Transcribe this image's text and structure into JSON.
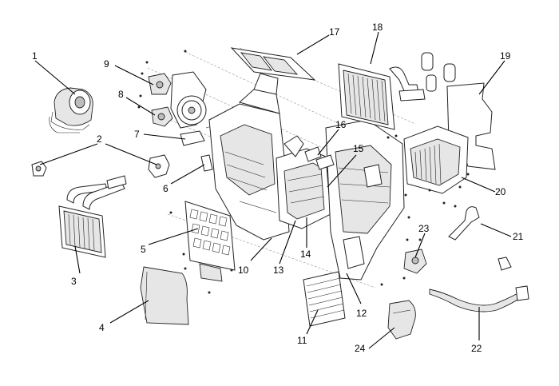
{
  "callouts": [
    {
      "id": "c1",
      "text": "1"
    },
    {
      "id": "c2",
      "text": "2"
    },
    {
      "id": "c3",
      "text": "3"
    },
    {
      "id": "c4",
      "text": "4"
    },
    {
      "id": "c5",
      "text": "5"
    },
    {
      "id": "c6",
      "text": "6"
    },
    {
      "id": "c7",
      "text": "7"
    },
    {
      "id": "c8",
      "text": "8"
    },
    {
      "id": "c9",
      "text": "9"
    },
    {
      "id": "c10",
      "text": "10"
    },
    {
      "id": "c11",
      "text": "11"
    },
    {
      "id": "c12",
      "text": "12"
    },
    {
      "id": "c13",
      "text": "13"
    },
    {
      "id": "c14",
      "text": "14"
    },
    {
      "id": "c15",
      "text": "15"
    },
    {
      "id": "c16",
      "text": "16"
    },
    {
      "id": "c17",
      "text": "17"
    },
    {
      "id": "c18",
      "text": "18"
    },
    {
      "id": "c19",
      "text": "19"
    },
    {
      "id": "c20",
      "text": "20"
    },
    {
      "id": "c21",
      "text": "21"
    },
    {
      "id": "c22",
      "text": "22"
    },
    {
      "id": "c23",
      "text": "23"
    },
    {
      "id": "c24",
      "text": "24"
    }
  ]
}
